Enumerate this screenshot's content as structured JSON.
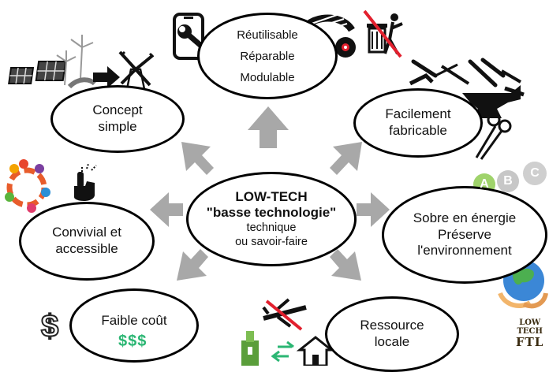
{
  "center": {
    "title": "LOW-TECH",
    "subtitle": "\"basse technologie\"",
    "line1": "technique",
    "line2": "ou savoir-faire"
  },
  "nodes": {
    "top": [
      "Réutilisable",
      "Réparable",
      "Modulable"
    ],
    "concept": [
      "Concept",
      "simple"
    ],
    "fabricable": [
      "Facilement",
      "fabricable"
    ],
    "convivial": [
      "Convivial et",
      "accessible"
    ],
    "sobre": [
      "Sobre en énergie",
      "Préserve",
      "l'environnement"
    ],
    "cout": [
      "Faible coût"
    ],
    "ressource": [
      "Ressource",
      "locale"
    ]
  },
  "decor": {
    "money_text": "$$$",
    "dollar_symbol": "$",
    "energy_grades": [
      "A",
      "B",
      "C"
    ],
    "logo_lines": [
      "LOW",
      "TECH",
      "FTL"
    ]
  },
  "colors": {
    "arrow": "#a8a8a8",
    "outline": "#000000",
    "grade_a": "#9fd36b",
    "grade_b": "#c7c7c7",
    "grade_c": "#cfcfcf",
    "money": "#2bb673"
  }
}
